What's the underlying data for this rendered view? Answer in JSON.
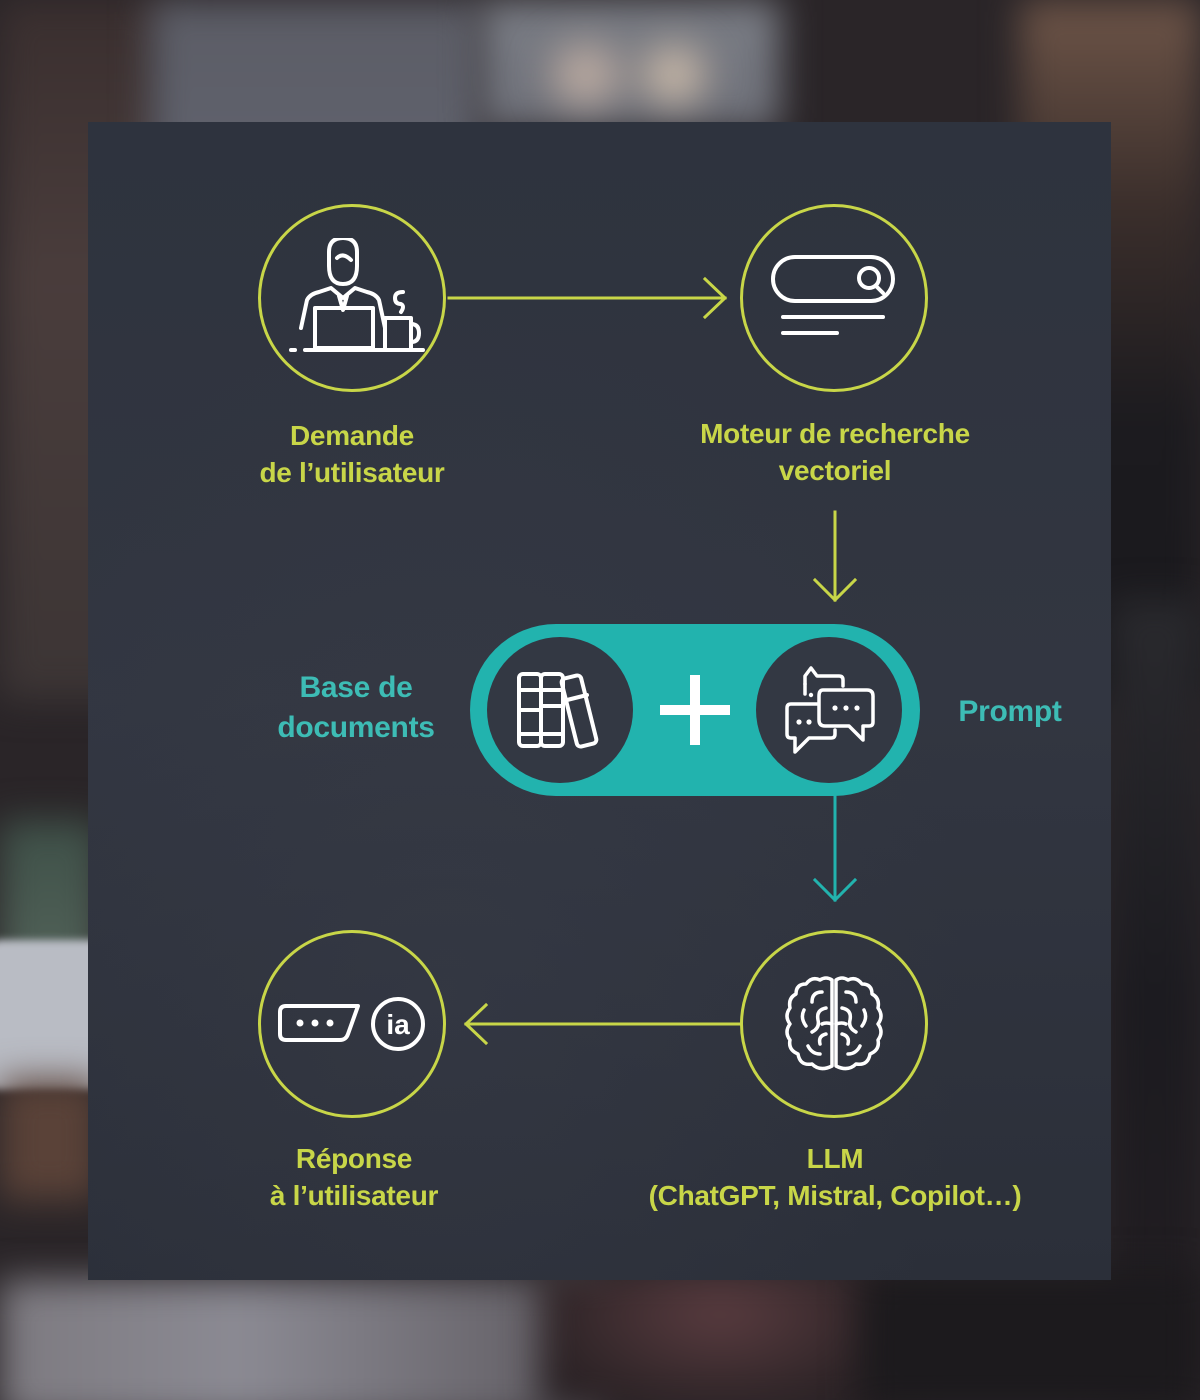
{
  "diagram": {
    "title": "RAG pipeline",
    "colors": {
      "accent_lime": "#c8d648",
      "accent_teal": "#22b3ae",
      "teal_text": "#3dbcb5",
      "panel": "#30343f",
      "icon_stroke": "#ffffff"
    },
    "nodes": {
      "user_request": {
        "icon": "person-at-laptop-icon",
        "label_lines": [
          "Demande",
          "de l’utilisateur"
        ]
      },
      "vector_search": {
        "icon": "search-bar-icon",
        "label_lines": [
          "Moteur de recherche",
          "vectoriel"
        ]
      },
      "document_base": {
        "icon": "books-icon",
        "label_lines": [
          "Base de",
          "documents"
        ]
      },
      "prompt": {
        "icon": "chat-bubbles-icon",
        "label_lines": [
          "Prompt"
        ]
      },
      "combine_symbol": "+",
      "llm": {
        "icon": "brain-icon",
        "label_lines": [
          "LLM",
          "(ChatGPT, Mistral, Copilot…)"
        ]
      },
      "response": {
        "icon": "ai-response-icon",
        "icon_badge_text": "ia",
        "label_lines": [
          "Réponse",
          "à l’utilisateur"
        ]
      }
    },
    "edges": [
      {
        "from": "user_request",
        "to": "vector_search",
        "color": "lime"
      },
      {
        "from": "vector_search",
        "to": "document_base+prompt",
        "color": "lime"
      },
      {
        "from": "document_base+prompt",
        "to": "llm",
        "color": "teal"
      },
      {
        "from": "llm",
        "to": "response",
        "color": "lime"
      }
    ]
  }
}
